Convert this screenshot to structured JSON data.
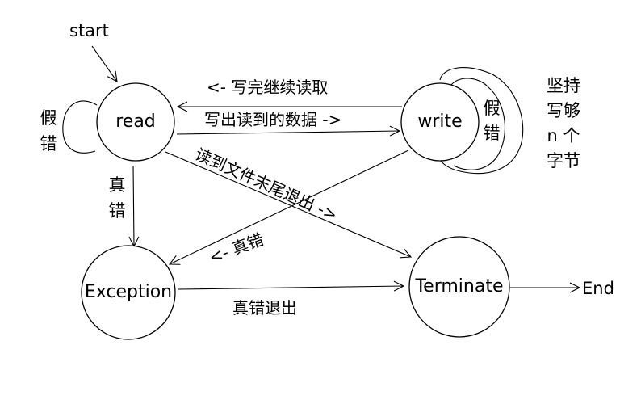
{
  "nodes": {
    "read": "read",
    "write": "write",
    "exception": "Exception",
    "terminate": "Terminate"
  },
  "start_label": "start",
  "end_label": "End",
  "edges": {
    "write_to_read": "<- 写完继续读取",
    "read_to_write": "写出读到的数据 ->",
    "read_to_terminate": "读到文件末尾退出 ->",
    "write_to_exception": "<- 真错",
    "exception_to_terminate": "真错退出"
  },
  "vertical_labels": {
    "read_self_loop": [
      "假",
      "错"
    ],
    "read_to_exception": [
      "真",
      "错"
    ],
    "write_inner_loop": [
      "假",
      "错"
    ],
    "write_outer_loop": [
      "坚持",
      "写够",
      "n 个",
      "字节"
    ]
  }
}
